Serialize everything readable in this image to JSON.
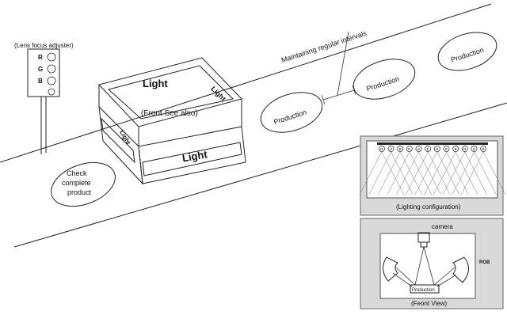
{
  "traffic_light": {
    "title": "(Lens focus adjuster)",
    "letters": [
      "R",
      "G",
      "B"
    ]
  },
  "flow": {
    "interval_label": "Maintaining regular intervals",
    "production_labels": [
      "Production",
      "Production",
      "Production"
    ],
    "check_lines": [
      "Check",
      "complete",
      "product"
    ]
  },
  "box": {
    "top_light": "Light",
    "right_light": "Light",
    "front_light": "Light",
    "left_light": "Light",
    "note": "(Front See also)"
  },
  "lighting_panel": {
    "caption": "(Lighting configuration)",
    "leds": [
      "R",
      "G",
      "B",
      "R",
      "G",
      "B",
      "R",
      "G",
      "B",
      "R",
      "G",
      "B"
    ]
  },
  "front_panel": {
    "caption": "(Feont View)",
    "camera_label": "camera",
    "production_label": "Production",
    "rgb_label": "RGB"
  }
}
